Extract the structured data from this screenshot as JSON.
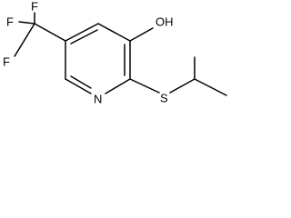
{
  "molecule": {
    "atoms": {
      "oxygen": "OH",
      "nitrogen": "N",
      "sulfur": "S",
      "fluorine_top": "F",
      "fluorine_left": "F",
      "fluorine_bottom": "F"
    }
  }
}
